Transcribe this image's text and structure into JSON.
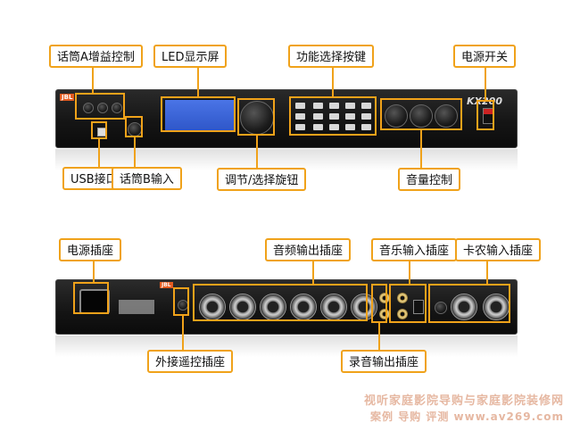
{
  "labels": {
    "mic_a_gain": "话筒A增益控制",
    "lcd": "LED显示屏",
    "function_buttons": "功能选择按键",
    "power_switch": "电源开关",
    "usb": "USB接口",
    "mic_b": "话筒B输入",
    "adjust_knob": "调节/选择旋钮",
    "volume": "音量控制",
    "power_socket": "电源插座",
    "audio_out": "音频输出插座",
    "music_in": "音乐输入插座",
    "xlr_in": "卡农输入插座",
    "remote": "外接遥控插座",
    "record_out": "录音输出插座"
  },
  "device": {
    "brand": "JBL",
    "model": "KX200"
  },
  "watermark": {
    "line1": "视听家庭影院导购与家庭影院装修网",
    "line2": "案例 导购 评测 www.av269.com"
  },
  "colors": {
    "callout": "#f0a21a",
    "panel": "#151515",
    "lcd": "#3b64d8",
    "watermark": "#e6b8a2"
  }
}
